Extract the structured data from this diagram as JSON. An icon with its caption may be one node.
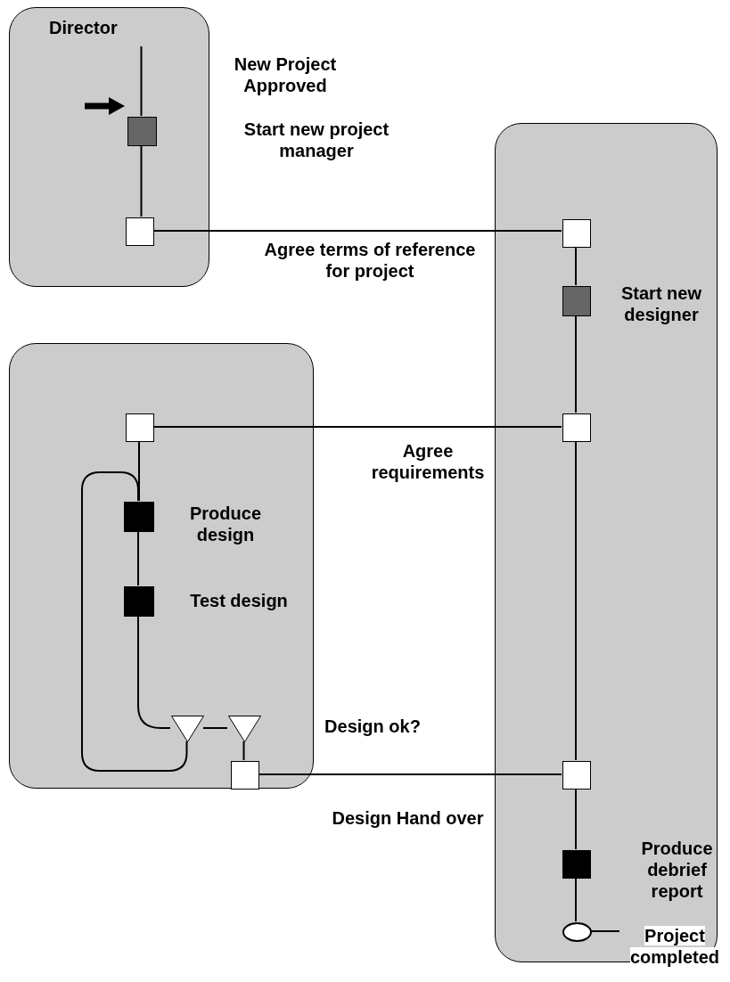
{
  "diagram": {
    "nodes": [
      {
        "text": [
          "Director"
        ]
      },
      {
        "text": [],
        "shape": "box"
      },
      {
        "text": [],
        "shape": "box"
      },
      {
        "text": [],
        "shape": "box",
        "in": 0
      },
      {
        "text": [],
        "shape": "box",
        "in": 0
      },
      {
        "text": [],
        "shape": "box",
        "in": 1
      },
      {
        "text": [],
        "shape": "box",
        "in": 1,
        "beside": [
          "Start new designer"
        ]
      },
      {
        "text": [],
        "shape": "box",
        "in": 1
      },
      {
        "text": [],
        "shape": "box",
        "in": 2
      },
      {
        "text": [],
        "shape": "box",
        "in": 2,
        "beside": [
          "Produce design"
        ]
      },
      {
        "text": [],
        "shape": "box",
        "in": 2,
        "beside": [
          "Test design"
        ]
      },
      {
        "text": [],
        "shape": "triangle",
        "in": 2
      },
      {
        "text": [],
        "shape": "triangle",
        "in": 2,
        "beside": [
          "Design ok?"
        ]
      },
      {
        "text": [],
        "shape": "box",
        "in": 2
      },
      {
        "text": [],
        "shape": "box",
        "in": 1
      },
      {
        "text": [],
        "shape": "box",
        "in": 1
      },
      {
        "text": [],
        "shape": "circle",
        "in": 1
      },
      {
        "text": [
          "Project completed"
        ]
      }
    ],
    "edges": [
      {
        "from": null,
        "to": 3,
        "arrow": "none"
      },
      {
        "from": 3,
        "to": 4,
        "arrow": "none"
      },
      {
        "from": 4,
        "to": 5,
        "arrow": "none",
        "label": "Agree terms of reference for project"
      },
      {
        "from": 5,
        "to": 6,
        "arrow": "none"
      },
      {
        "from": 6,
        "to": 7,
        "arrow": "none"
      },
      {
        "from": 7,
        "to": 14,
        "arrow": "none"
      },
      {
        "from": 14,
        "to": 15,
        "arrow": "none"
      },
      {
        "from": 15,
        "to": 16,
        "arrow": "none"
      },
      {
        "from": 16,
        "to": 17,
        "arrow": "none"
      },
      {
        "from": 8,
        "to": 7,
        "arrow": "none",
        "label": "Agree requirements"
      },
      {
        "from": 8,
        "to": 9,
        "arrow": "none"
      },
      {
        "from": 9,
        "to": 10,
        "arrow": "none"
      },
      {
        "from": 10,
        "to": 11,
        "arrow": "none"
      },
      {
        "from": 11,
        "to": 9,
        "arrow": "none"
      },
      {
        "from": 11,
        "to": 12,
        "arrow": "none"
      },
      {
        "from": 12,
        "to": 13,
        "arrow": "none"
      },
      {
        "from": 13,
        "to": 14,
        "arrow": "none",
        "label": "Design Hand over"
      }
    ],
    "labels": [
      "New Project Approved",
      "Start new project manager",
      "Produce debrief report"
    ]
  }
}
